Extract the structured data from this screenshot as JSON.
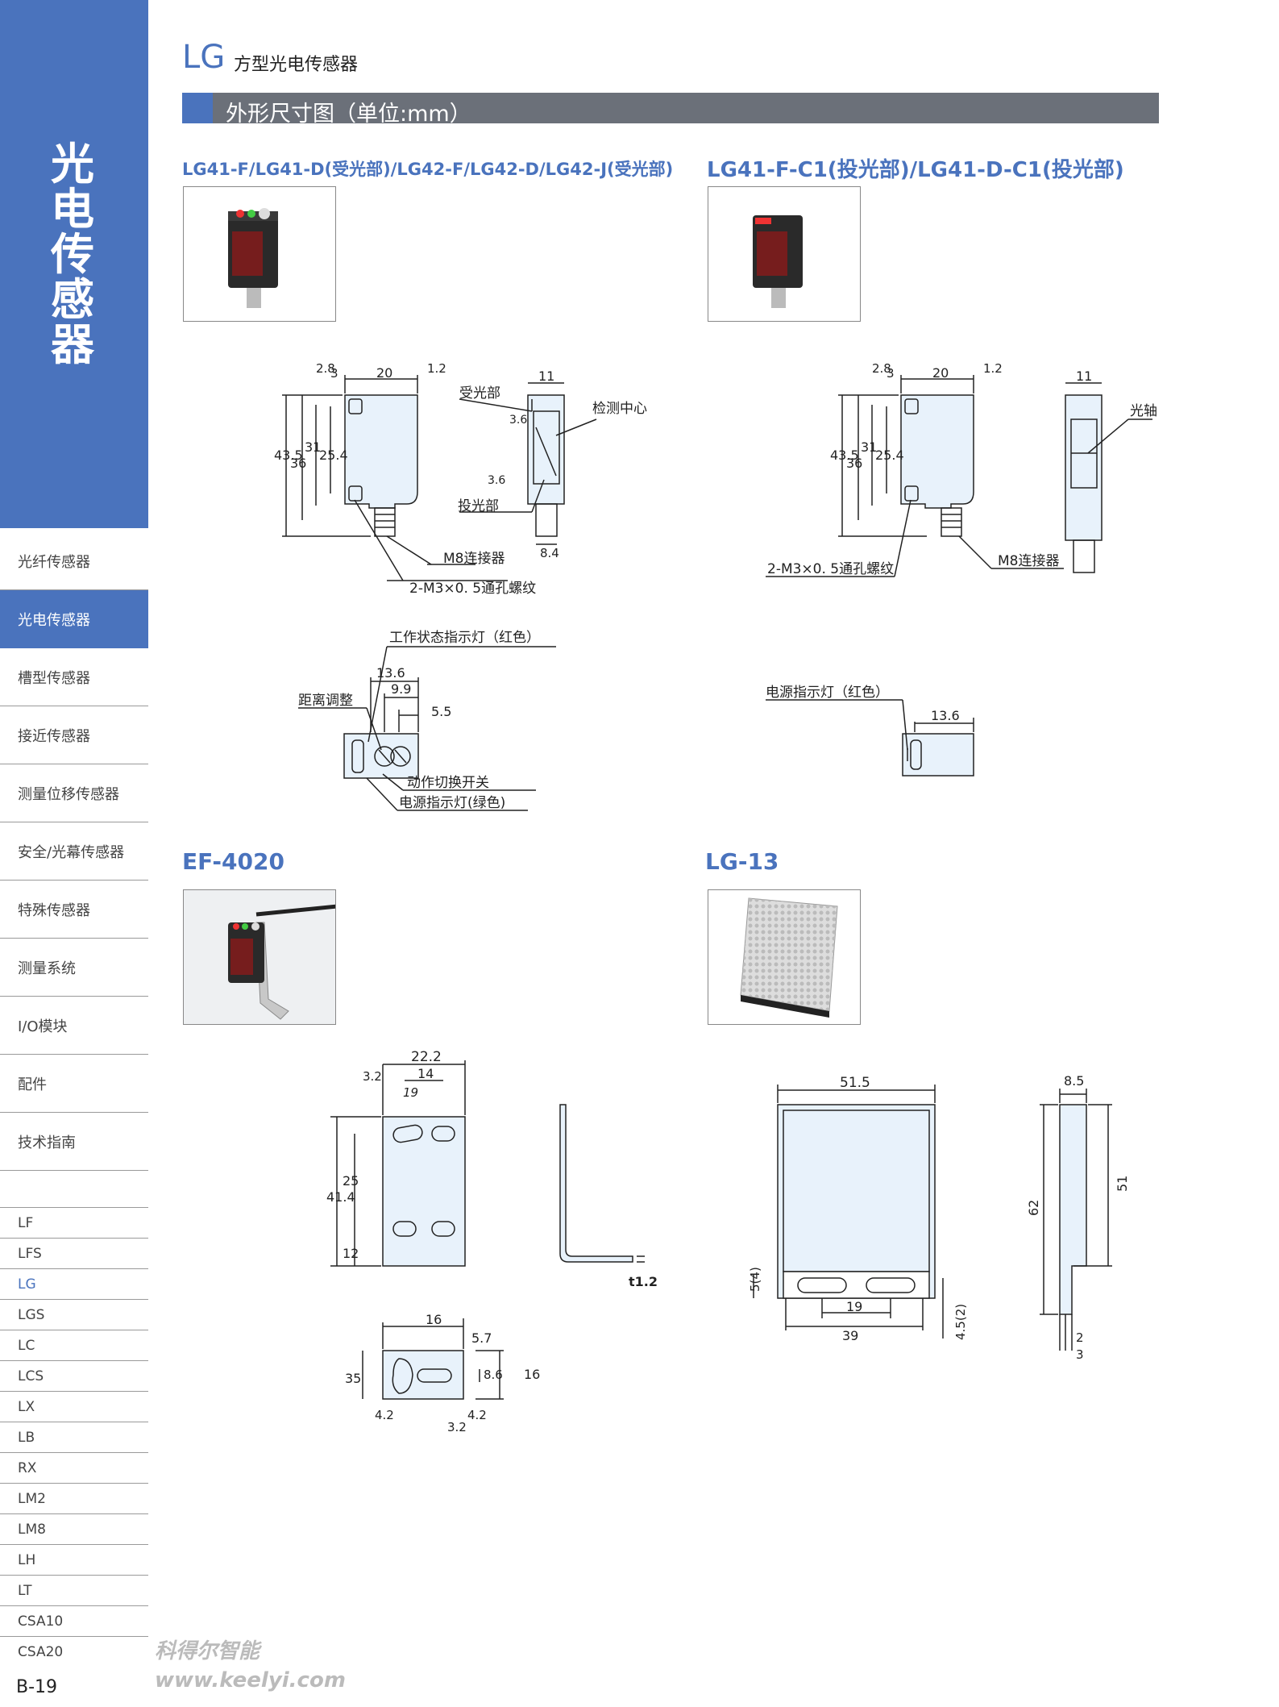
{
  "sidebar": {
    "hero_title": "光电传感器",
    "menu": [
      {
        "label": "光纤传感器",
        "active": false
      },
      {
        "label": "光电传感器",
        "active": true
      },
      {
        "label": "槽型传感器",
        "active": false
      },
      {
        "label": "接近传感器",
        "active": false
      },
      {
        "label": "测量位移传感器",
        "active": false
      },
      {
        "label": "安全/光幕传感器",
        "active": false
      },
      {
        "label": "特殊传感器",
        "active": false
      },
      {
        "label": "测量系统",
        "active": false
      },
      {
        "label": "I/O模块",
        "active": false
      },
      {
        "label": "配件",
        "active": false
      },
      {
        "label": "技术指南",
        "active": false
      }
    ],
    "models": [
      "LF",
      "LFS",
      "LG",
      "LGS",
      "LC",
      "LCS",
      "LX",
      "LB",
      "RX",
      "LM2",
      "LM8",
      "LH",
      "LT",
      "CSA10",
      "CSA20"
    ],
    "active_model": "LG",
    "page_number": "B-19"
  },
  "header": {
    "series": "LG",
    "title": "方型光电传感器"
  },
  "section": {
    "title": "外形尺寸图（单位:mm）"
  },
  "watermark": {
    "line1": "科得尔智能",
    "line2": "www.keelyi.com"
  },
  "colors": {
    "accent": "#4a73bd",
    "section_bar": "#6b7079",
    "part_fill": "#e8f2fb"
  },
  "products": {
    "lg41_receiver": {
      "title": "LG41-F/LG41-D(受光部)/LG42-F/LG42-D/LG42-J(受光部)",
      "dims": {
        "d28": "2.8",
        "d3": "3",
        "d20": "20",
        "d12": "1.2",
        "d435": "43.5",
        "d36": "36",
        "d31": "31",
        "d254": "25.4",
        "d11": "11",
        "d36a": "3.6",
        "d36b": "3.6",
        "d84": "8.4"
      },
      "labels": {
        "receiver": "受光部",
        "center": "检测中心",
        "emitter": "投光部",
        "m8": "M8连接器",
        "thread": "2-M3×0. 5通孔螺纹"
      },
      "indicator": {
        "status_led": "工作状态指示灯（红色）",
        "distance": "距离调整",
        "switch": "动作切换开关",
        "power_led": "电源指示灯(绿色)",
        "d136": "13.6",
        "d99": "9.9",
        "d55": "5.5"
      }
    },
    "lg41_emitter": {
      "title": "LG41-F-C1(投光部)/LG41-D-C1(投光部)",
      "dims": {
        "d28": "2.8",
        "d3": "3",
        "d20": "20",
        "d12": "1.2",
        "d435": "43.5",
        "d36": "36",
        "d31": "31",
        "d254": "25.4",
        "d11": "11"
      },
      "labels": {
        "axis": "光轴",
        "m8": "M8连接器",
        "thread": "2-M3×0. 5通孔螺纹"
      },
      "indicator": {
        "power_led": "电源指示灯（红色）",
        "d136": "13.6"
      }
    },
    "ef4020": {
      "title": "EF-4020",
      "dims": {
        "d222": "22.2",
        "d32": "3.2",
        "d14": "14",
        "d19": "19",
        "d414": "41.4",
        "d25": "25",
        "d12": "12",
        "t12": "t1.2",
        "d16": "16",
        "d57": "5.7",
        "d35": "35",
        "d86": "8.6",
        "d16b": "16",
        "d42a": "4.2",
        "d32b": "3.2",
        "d42b": "4.2"
      }
    },
    "lg13": {
      "title": "LG-13",
      "dims": {
        "d515": "51.5",
        "d5": "5(4)",
        "d19": "19",
        "d39": "39",
        "d45": "4.5(2)",
        "d85": "8.5",
        "d62": "62",
        "d51": "51",
        "d2": "2",
        "d3": "3"
      }
    }
  }
}
